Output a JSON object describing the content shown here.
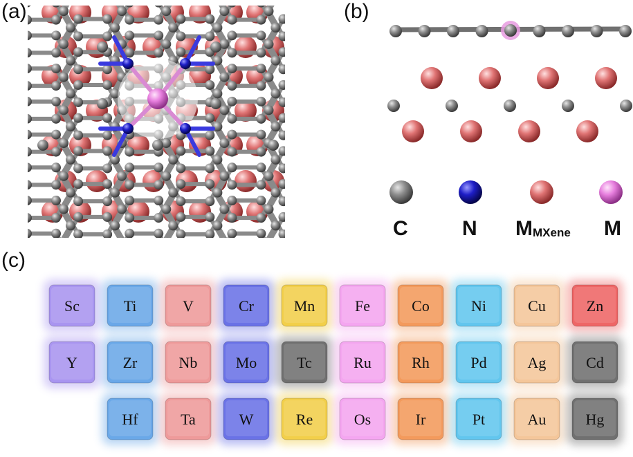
{
  "panels": {
    "a": "(a)",
    "b": "(b)",
    "c": "(c)"
  },
  "legend": [
    {
      "symbol": "C",
      "color": "#8a8a8a",
      "icon": "carbon-atom-sphere"
    },
    {
      "symbol": "N",
      "color": "#2a2ad0",
      "icon": "nitrogen-atom-sphere"
    },
    {
      "symbol": "M",
      "subscript": "MXene",
      "color": "#e07070",
      "icon": "mxene-metal-atom-sphere"
    },
    {
      "symbol": "M",
      "color": "#e890e0",
      "icon": "single-metal-atom-sphere"
    }
  ],
  "periodic_table": {
    "rows": [
      [
        "Sc",
        "Ti",
        "V",
        "Cr",
        "Mn",
        "Fe",
        "Co",
        "Ni",
        "Cu",
        "Zn"
      ],
      [
        "Y",
        "Zr",
        "Nb",
        "Mo",
        "Tc",
        "Ru",
        "Rh",
        "Pd",
        "Ag",
        "Cd"
      ],
      [
        "",
        "Hf",
        "Ta",
        "W",
        "Re",
        "Os",
        "Ir",
        "Pt",
        "Au",
        "Hg"
      ]
    ],
    "colors": {
      "Sc": "#a995f0",
      "Y": "#a995f0",
      "Ti": "#6aa8e8",
      "Zr": "#6aa8e8",
      "Hf": "#6aa8e8",
      "V": "#ee9a9a",
      "Nb": "#ee9a9a",
      "Ta": "#ee9a9a",
      "Cr": "#6a72e6",
      "Mo": "#6a72e6",
      "W": "#6a72e6",
      "Mn": "#f2cf4a",
      "Tc": "#707070",
      "Re": "#f2cf4a",
      "Fe": "#f4a6f0",
      "Ru": "#f4a6f0",
      "Os": "#f4a6f0",
      "Co": "#f39a5c",
      "Rh": "#f39a5c",
      "Ir": "#f39a5c",
      "Ni": "#62c6ee",
      "Pd": "#62c6ee",
      "Pt": "#62c6ee",
      "Cu": "#f4c69a",
      "Ag": "#f4c69a",
      "Au": "#f4c69a",
      "Zn": "#ee6666",
      "Cd": "#707070",
      "Hg": "#707070"
    }
  }
}
